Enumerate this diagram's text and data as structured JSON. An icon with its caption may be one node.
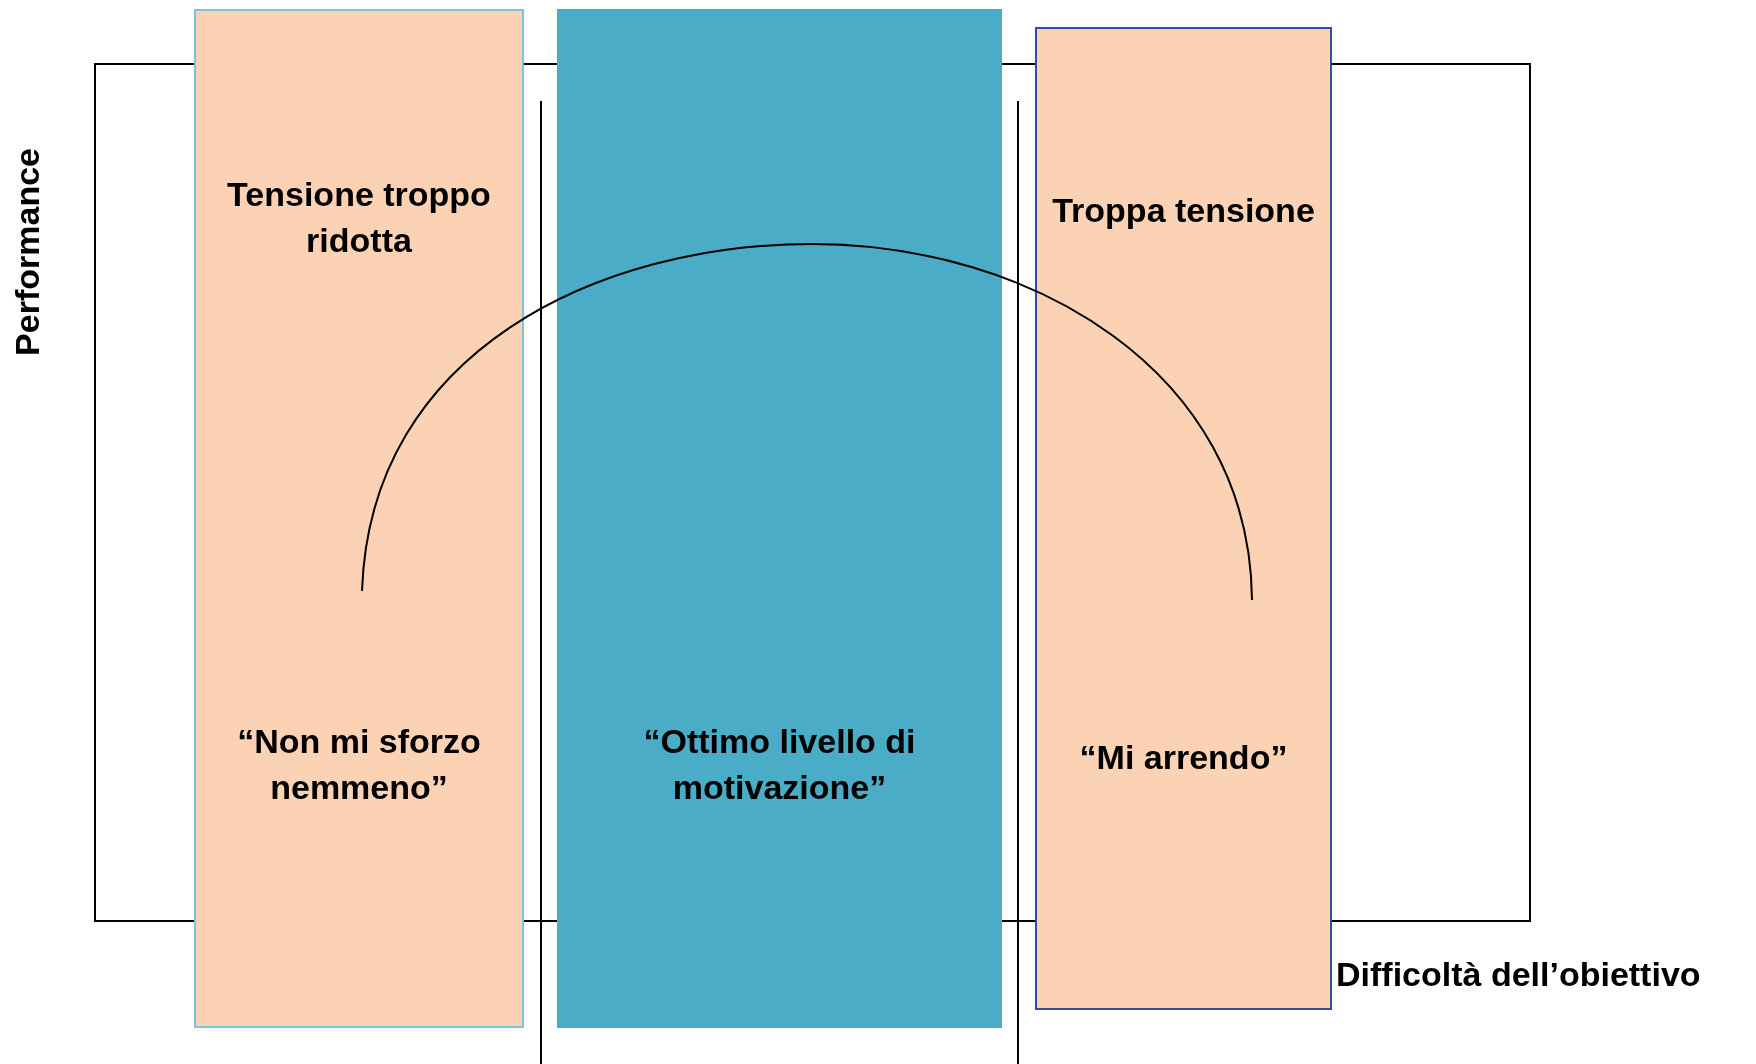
{
  "diagram": {
    "nodes": [
      {
        "text": [
          "Tensione troppo ridotta",
          "“Non mi sforzo nemmeno”"
        ]
      },
      {
        "text": [
          "“Ottimo livello di motivazione”"
        ]
      },
      {
        "text": [
          "Troppa tensione",
          "“Mi arrendo”"
        ]
      }
    ],
    "labels": [
      "Performance",
      "Difficoltà dell’obiettivo"
    ]
  }
}
